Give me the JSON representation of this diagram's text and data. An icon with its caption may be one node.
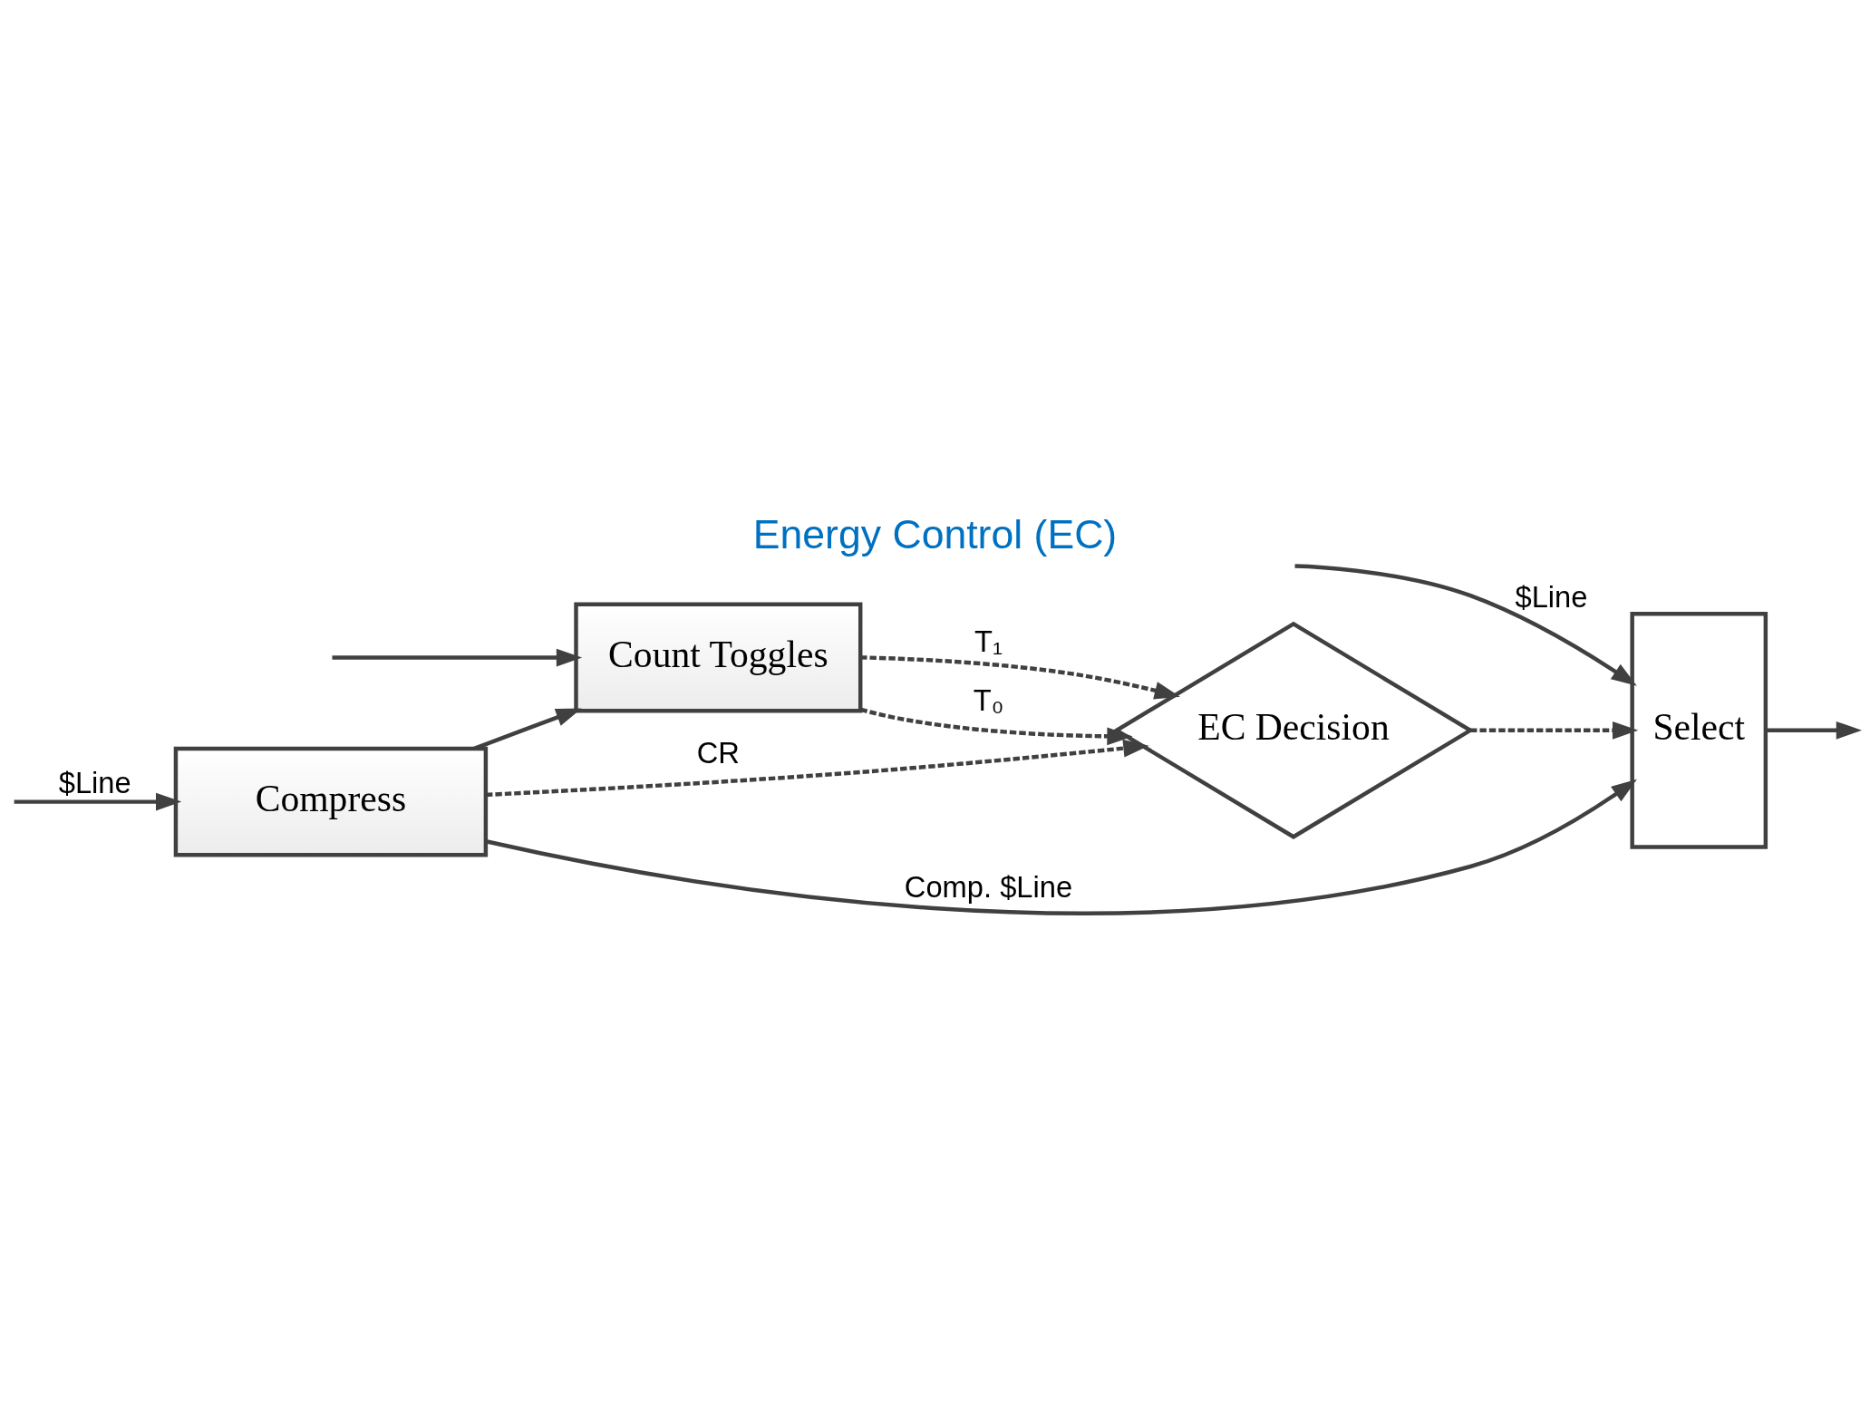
{
  "diagram": {
    "title": "Energy Control (EC)",
    "nodes": [
      {
        "text": [
          "Compress"
        ]
      },
      {
        "text": [
          "Count Toggles"
        ]
      },
      {
        "text": [
          "EC Decision"
        ]
      },
      {
        "text": [
          "Select"
        ]
      }
    ],
    "edges": [
      {
        "from": null,
        "to": 0,
        "arrow": "to",
        "label": "$Line"
      },
      {
        "from": null,
        "to": 3,
        "arrow": "to",
        "label": "$Line"
      },
      {
        "from": null,
        "to": 1,
        "arrow": "to"
      },
      {
        "from": 0,
        "to": 3,
        "arrow": "to",
        "label": "Comp. $Line"
      },
      {
        "from": 0,
        "to": 1,
        "arrow": "to"
      },
      {
        "from": 0,
        "to": 2,
        "arrow": "to",
        "label": "CR",
        "style": "dashed"
      },
      {
        "from": 1,
        "to": 2,
        "arrow": "to",
        "label": "T₁",
        "style": "dashed"
      },
      {
        "from": 1,
        "to": 2,
        "arrow": "to",
        "label": "T₀",
        "style": "dashed"
      },
      {
        "from": 2,
        "to": 3,
        "arrow": "to",
        "style": "dashed"
      },
      {
        "from": 3,
        "to": null,
        "arrow": "to"
      }
    ]
  }
}
